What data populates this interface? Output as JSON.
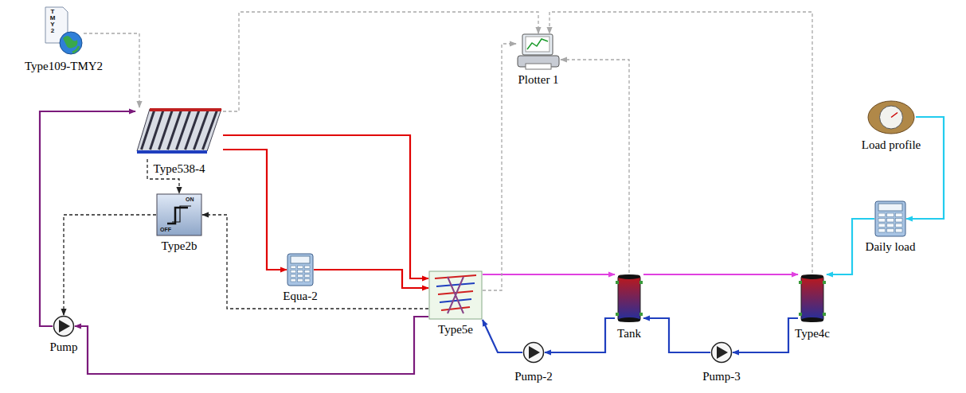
{
  "diagram": {
    "nodes": [
      {
        "text": [
          "Type109-TMY2"
        ]
      },
      {
        "text": [
          "Type538-4"
        ]
      },
      {
        "text": [
          "Plotter 1"
        ]
      },
      {
        "text": [
          "Load profile"
        ]
      },
      {
        "text": [
          "Type2b"
        ]
      },
      {
        "text": [
          "Equa-2"
        ]
      },
      {
        "text": [
          "Daily load"
        ]
      },
      {
        "text": [
          "Pump"
        ]
      },
      {
        "text": [
          "Type5e"
        ]
      },
      {
        "text": [
          "Tank"
        ]
      },
      {
        "text": [
          "Type4c"
        ]
      },
      {
        "text": [
          "Pump-2"
        ]
      },
      {
        "text": [
          "Pump-3"
        ]
      }
    ],
    "edges": [
      {
        "from": 0,
        "to": 1,
        "arrow": "to"
      },
      {
        "from": 1,
        "to": 8,
        "arrow": "to"
      },
      {
        "from": 1,
        "to": 5,
        "arrow": "to"
      },
      {
        "from": 5,
        "to": 8,
        "arrow": "to"
      },
      {
        "from": 1,
        "to": 4,
        "arrow": "to"
      },
      {
        "from": 4,
        "to": 7,
        "arrow": "to"
      },
      {
        "from": 8,
        "to": 4,
        "arrow": "to"
      },
      {
        "from": 7,
        "to": 1,
        "arrow": "to"
      },
      {
        "from": 8,
        "to": 7,
        "arrow": "to"
      },
      {
        "from": 8,
        "to": 9,
        "arrow": "to"
      },
      {
        "from": 9,
        "to": 10,
        "arrow": "to"
      },
      {
        "from": 9,
        "to": 11,
        "arrow": "to"
      },
      {
        "from": 11,
        "to": 8,
        "arrow": "to"
      },
      {
        "from": 10,
        "to": 12,
        "arrow": "to"
      },
      {
        "from": 12,
        "to": 9,
        "arrow": "to"
      },
      {
        "from": 3,
        "to": 6,
        "arrow": "to"
      },
      {
        "from": 6,
        "to": 10,
        "arrow": "to"
      },
      {
        "from": 1,
        "to": 2,
        "arrow": "to"
      },
      {
        "from": 8,
        "to": 2,
        "arrow": "to"
      },
      {
        "from": 9,
        "to": 2,
        "arrow": "to"
      },
      {
        "from": 10,
        "to": 2,
        "arrow": "to"
      }
    ],
    "labels": [
      "TMY2",
      "ON",
      "OFF"
    ]
  }
}
